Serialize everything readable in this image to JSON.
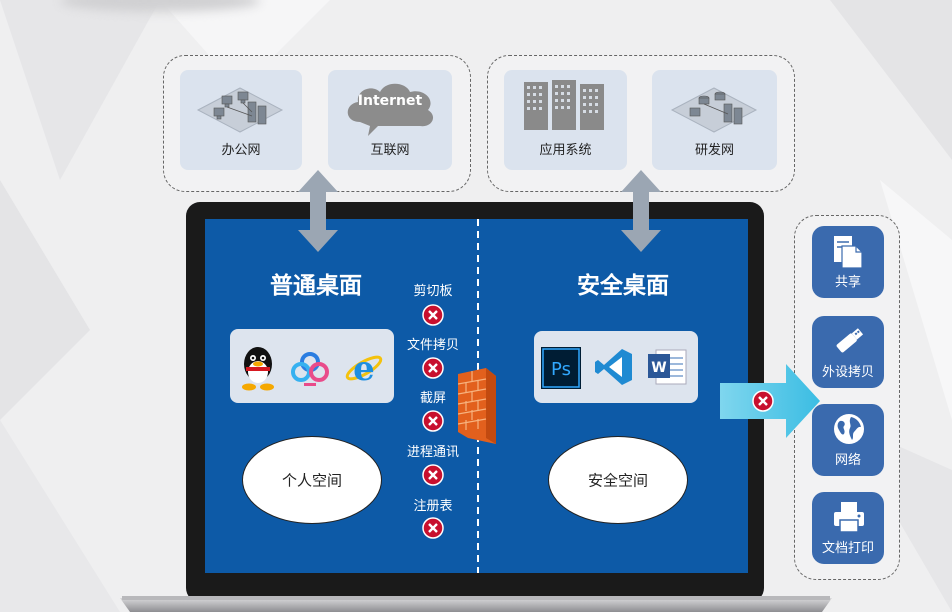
{
  "top_left_group": {
    "office_net": {
      "label": "办公网"
    },
    "internet": {
      "label": "互联网",
      "cloud_text": "Internet"
    }
  },
  "top_right_group": {
    "app_system": {
      "label": "应用系统"
    },
    "rd_net": {
      "label": "研发网"
    }
  },
  "laptop": {
    "normal_desktop": {
      "title": "普通桌面",
      "space_label": "个人空间"
    },
    "secure_desktop": {
      "title": "安全桌面",
      "space_label": "安全空间"
    },
    "blocked_functions": [
      "剪切板",
      "文件拷贝",
      "截屏",
      "进程通讯",
      "注册表"
    ]
  },
  "peripherals": [
    {
      "label": "共享",
      "icon": "file-share-icon"
    },
    {
      "label": "外设拷贝",
      "icon": "usb-icon"
    },
    {
      "label": "网络",
      "icon": "globe-icon"
    },
    {
      "label": "文档打印",
      "icon": "printer-icon"
    }
  ],
  "colors": {
    "screen_blue": "#0d5aa7",
    "laptop_frame": "#1a1a1a",
    "peripheral_blue": "#3a6aae",
    "card_bg": "#dbe3ee",
    "block_red": "#c8102e",
    "arrow_gray": "#9ba6b3",
    "arrow_cyan": "#55c8e6"
  }
}
